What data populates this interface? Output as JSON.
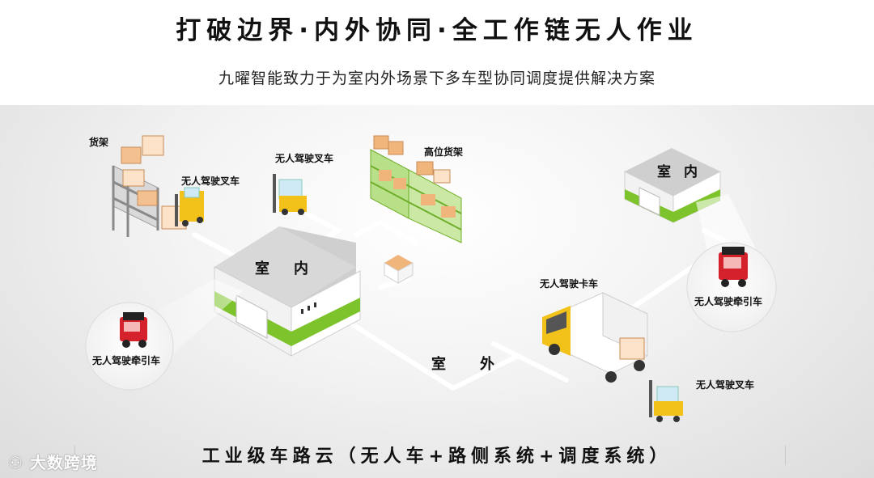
{
  "header": {
    "title": "打破边界·内外协同·全工作链无人作业",
    "subtitle": "九曜智能致力于为室内外场景下多车型协同调度提供解决方案"
  },
  "scene": {
    "shelf_label": "货架",
    "forklift_label_1": "无人驾驶叉车",
    "forklift_label_2": "无人驾驶叉车",
    "high_shelf_label": "高位货架",
    "indoor_main_label": "室内",
    "indoor_small_label": "室内",
    "outdoor_label": "室外",
    "tractor_label_left": "无人驾驶牵引车",
    "tractor_label_right": "无人驾驶牵引车",
    "truck_label": "无人驾驶卡车",
    "forklift_label_3": "无人驾驶叉车"
  },
  "footer": {
    "text": "工业级车路云（无人车+路侧系统+调度系统）"
  },
  "watermark": {
    "text": "大数跨境"
  },
  "colors": {
    "accent_green": "#7dc32b",
    "forklift_yellow": "#f2c11a",
    "tractor_red": "#d5212b",
    "box_orange": "#f0b57a",
    "path_white": "#ffffff"
  }
}
